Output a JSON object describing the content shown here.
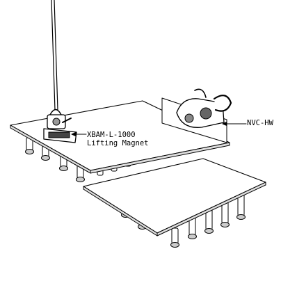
{
  "labels": {
    "magnet_line1": "XBAM-L-1000",
    "magnet_line2": "Lifting Magnet",
    "clamp": "NVC-HW"
  },
  "colors": {
    "line": "#000000",
    "fill": "#ffffff",
    "shade": "#d0d0d0",
    "dark": "#555555"
  }
}
